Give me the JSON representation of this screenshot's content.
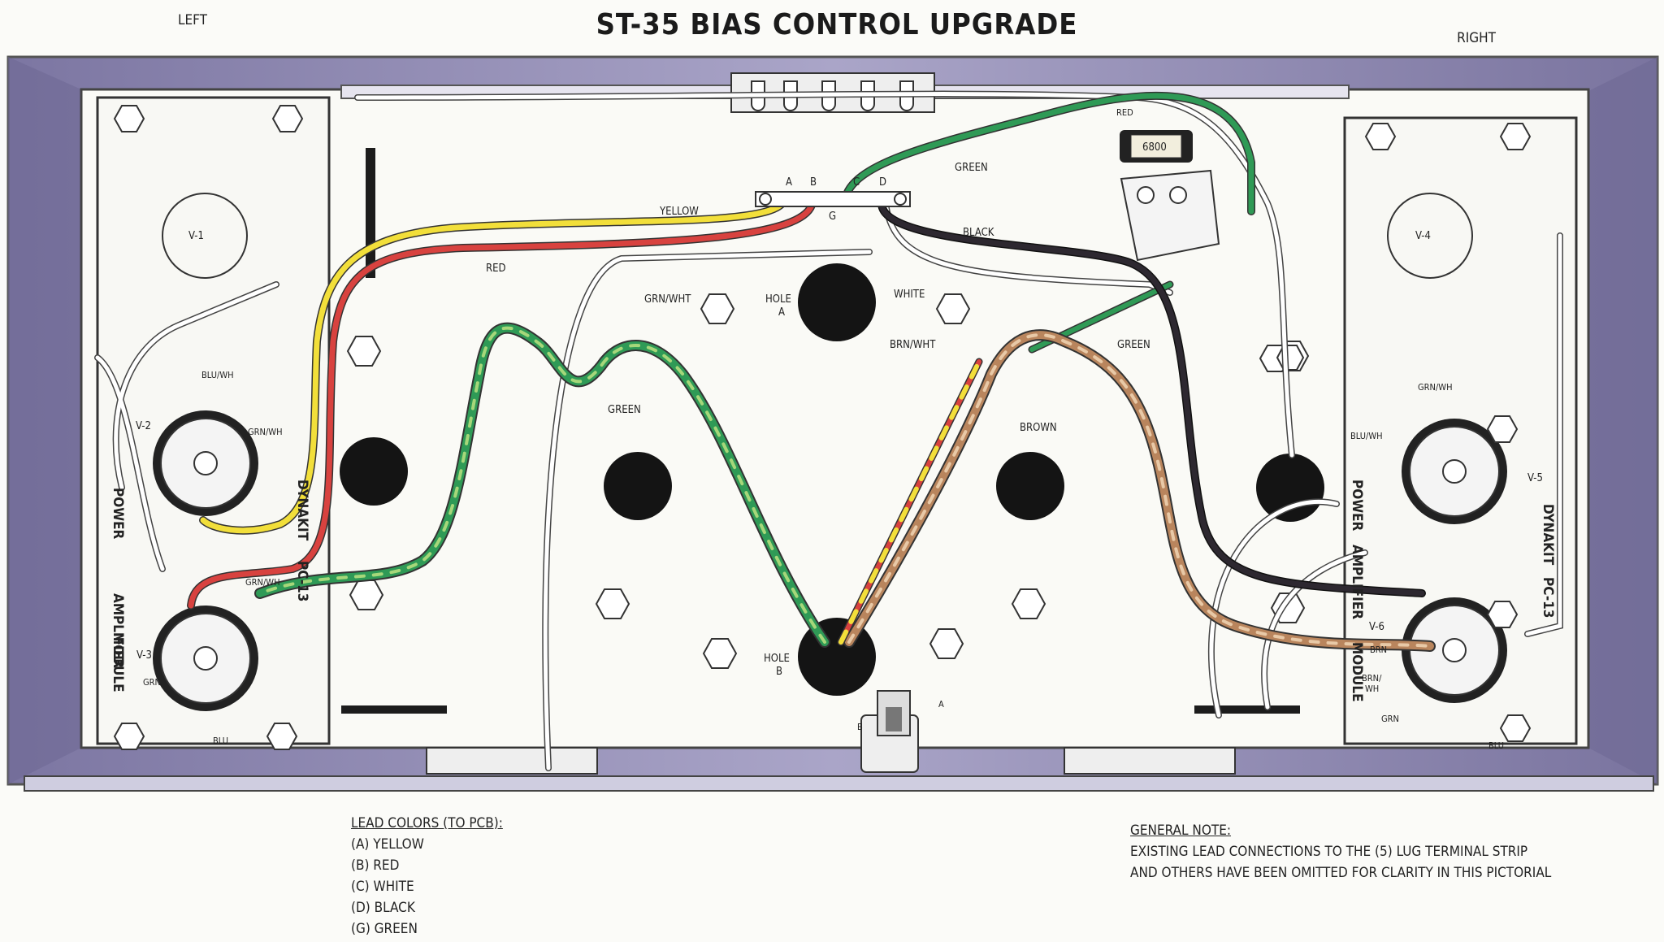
{
  "title": "ST-35 BIAS CONTROL UPGRADE",
  "side_labels": {
    "left": "LEFT",
    "right": "RIGHT"
  },
  "wire_labels": {
    "yellow": "YELLOW",
    "red": "RED",
    "green_top": "GREEN",
    "black": "BLACK",
    "white": "WHITE",
    "green_right": "GREEN",
    "red_top": "RED",
    "grn_wht": "GRN/WHT",
    "green_left": "GREEN",
    "brn_wht": "BRN/WHT",
    "brown": "BROWN"
  },
  "terminal_labels": {
    "a": "A",
    "b": "B",
    "c": "C",
    "d": "D",
    "g": "G"
  },
  "resistor_value": "6800",
  "holes": {
    "a": "HOLE\nA",
    "b": "HOLE\nB"
  },
  "holes_split": {
    "a1": "HOLE",
    "a2": "A",
    "b1": "HOLE",
    "b2": "B"
  },
  "tubes": {
    "v1": "V-1",
    "v2": "V-2",
    "v3": "V-3",
    "v4": "V-4",
    "v5": "V-5",
    "v6": "V-6"
  },
  "module_left": {
    "line1": "POWER",
    "line2": "AMPLIFIER",
    "line3": "MODULE",
    "brand": "DYNAKIT",
    "model": "PC-13"
  },
  "module_right": {
    "line1": "POWER",
    "line2": "AMPLIFIER",
    "line3": "MODULE",
    "brand": "DYNAKIT",
    "model": "PC-13"
  },
  "socket_labels": {
    "blu_wh": "BLU/WH",
    "grn_wh": "GRN/WH",
    "grn": "GRN",
    "blu": "BLU",
    "brn": "BRN",
    "brn_wh": "BRN/\nWH"
  },
  "socket_labels_split": {
    "brn_wh1": "BRN/",
    "brn_wh2": "WH"
  },
  "pot_labels": {
    "a": "A",
    "b": "B"
  },
  "legend": {
    "heading": "LEAD COLORS (TO PCB):",
    "items": [
      "(A) YELLOW",
      "(B) RED",
      "(C) WHITE",
      "(D) BLACK",
      "(G) GREEN"
    ]
  },
  "note": {
    "heading": "GENERAL NOTE:",
    "line1": "EXISTING LEAD CONNECTIONS TO THE (5) LUG TERMINAL STRIP",
    "line2": "AND OTHERS HAVE BEEN OMITTED FOR CLARITY IN THIS PICTORIAL"
  },
  "colors": {
    "yellow": "#f2df3a",
    "red": "#d8423f",
    "green": "#2f9a56",
    "black": "#2d2830",
    "brown": "#b9855d",
    "chassis": "#8f88b0",
    "wire_outline": "#3a3a3a"
  }
}
